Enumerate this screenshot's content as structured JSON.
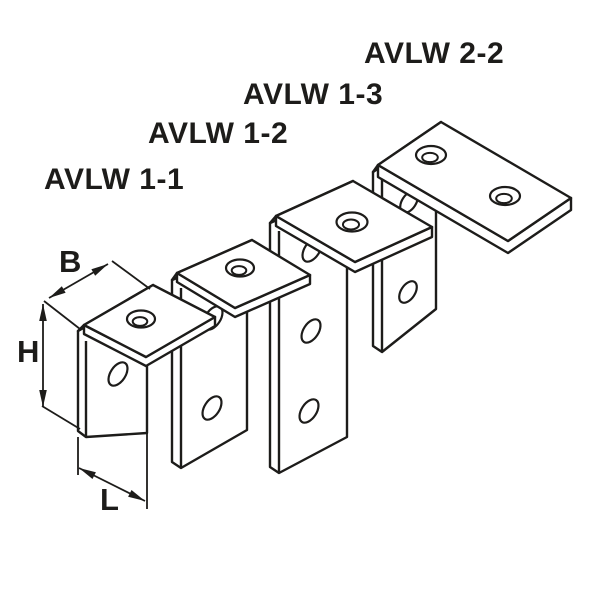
{
  "page": {
    "background": "#ffffff"
  },
  "diagram": {
    "line_color": "#1d1c1a",
    "products": [
      {
        "label": "AVLW 1-1",
        "plate_holes": 1,
        "leg_holes": 1
      },
      {
        "label": "AVLW 1-2",
        "plate_holes": 1,
        "leg_holes": 2
      },
      {
        "label": "AVLW 1-3",
        "plate_holes": 1,
        "leg_holes": 3
      },
      {
        "label": "AVLW 2-2",
        "plate_holes": 2,
        "leg_holes": 2
      }
    ],
    "dimension_labels": {
      "width": "B",
      "height": "H",
      "length": "L"
    }
  }
}
